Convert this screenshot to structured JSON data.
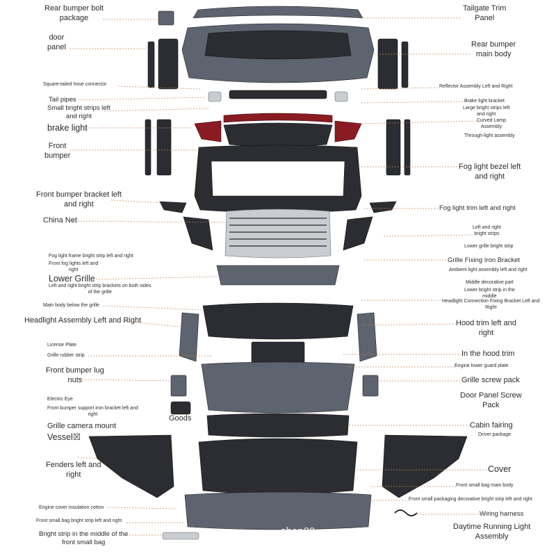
{
  "labels": {
    "rear_bumper_bolt": "Rear bumper bolt\npackage",
    "door_panel": "door\npanel",
    "square_hose": "Square-tailed hose connector",
    "tail_pipes": "Tail pipes",
    "small_bright_strips": "Small bright strips left\nand right",
    "brake_light": "brake light",
    "front_bumper": "Front\nbumper",
    "front_bumper_bracket": "Front bumper bracket left\nand right",
    "china_net": "China Net",
    "fog_light_frame_strip": "Fog light frame bright strip left and right",
    "front_fog_lights": "Front fog lights left and\nright",
    "lower_grille": "Lower Grille",
    "bright_strip_brackets": "Left and right bright strip brackets on both sides\nof the grille",
    "main_body_below_grille": "Main body below the grille",
    "headlight_assembly": "Headlight Assembly Left and Right",
    "license_plate": "License Plate",
    "grille_rubber_strip": "Grille rubber strip",
    "front_bumper_lug_nuts": "Front bumper lug\nnuts",
    "electric_eye": "Electric Eye",
    "front_bumper_support": "Front bumper support iron bracket left and\nright",
    "goods": "Goods",
    "grille_camera_mount": "Grille camera mount",
    "vessel": "Vessel☒",
    "fenders": "Fenders left and\nright",
    "engine_cover_insulation": "Engine cover insulation cotton",
    "front_small_bag_strip": "Front small bag bright strip left and right",
    "bright_strip_middle": "Bright strip in the middle of the\nfront small bag",
    "tailgate_trim": "Tailgate Trim\nPanel",
    "rear_bumper_main": "Rear bumper\nmain body",
    "reflector_assembly": "Reflector Assembly Left and Right",
    "brake_light_bracket": "Brake light bracket",
    "large_bright_strips": "Large bright strips left\nand right",
    "curved_lamp": "Curved Lamp\nAssembly",
    "through_light": "Through-light assembly",
    "fog_light_bezel": "Fog light bezel left\nand right",
    "fog_light_trim": "Fog light trim left and right",
    "lr_bright_strips": "Left and right\nbright strips",
    "lower_grille_bright_strip": "Lower grille bright strip",
    "grille_fixing_bracket": "Grille Fixing Iron Bracket",
    "ambient_light": "Ambient light assembly left and right",
    "middle_decorative": "Middle decorative part",
    "lower_bright_strip_middle": "Lower bright strip in the\nmiddle",
    "headlight_connection": "Headlight Connection Fixing Bracket Left and\nRight",
    "hood_trim": "Hood trim left and\nright",
    "in_hood_trim": "In the hood trim",
    "engine_lower_guard": "Engine lower guard plate",
    "grille_screw_pack": "Grille screw pack",
    "door_panel_screw": "Door Panel Screw\nPack",
    "cabin_fairing": "Cabin fairing",
    "driver_package": "Driver package",
    "cover": "Cover",
    "front_small_bag_main": "Front small bag main body",
    "front_small_packaging": "Front small packaging decorative bright strip left and right",
    "wiring_harness": "Wiring harness",
    "drl_assembly": "Daytime Running Light\nAssembly"
  },
  "watermark": "shop20",
  "colors": {
    "leader": "#c8855a",
    "text": "#2a2a2a",
    "part_dark": "#2b2d33",
    "chrome": "#c9ccd1",
    "tail_red": "#8a1b22"
  }
}
